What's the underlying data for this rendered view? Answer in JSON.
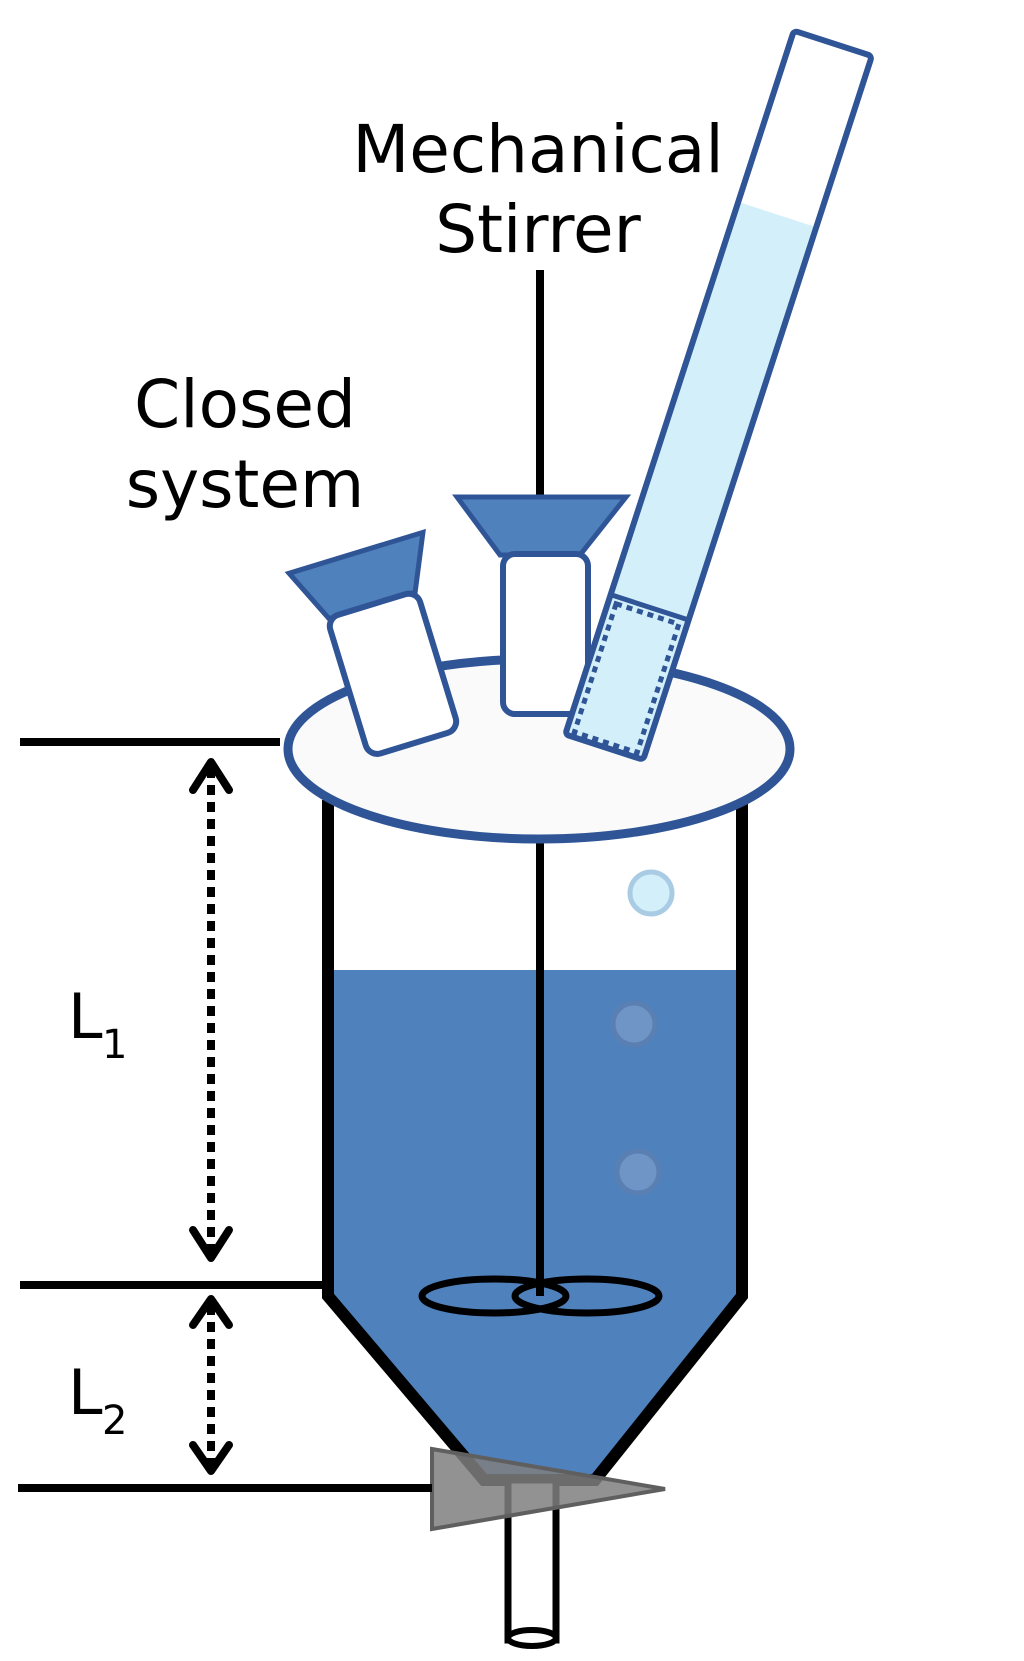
{
  "labels": {
    "stirrer_line1": "Mechanical",
    "stirrer_line2": "Stirrer",
    "closed_line1": "Closed",
    "closed_line2": "system",
    "l1_main": "L",
    "l1_sub": "1",
    "l2_main": "L",
    "l2_sub": "2"
  },
  "colors": {
    "liquid": "#4f81bd",
    "outline": "#2f5597",
    "light_liquid": "#d3f0fa",
    "bubble_light": "#d3f0fa",
    "bubble_dark": "#6f94c6",
    "valve": "#808080",
    "line": "#000000"
  }
}
